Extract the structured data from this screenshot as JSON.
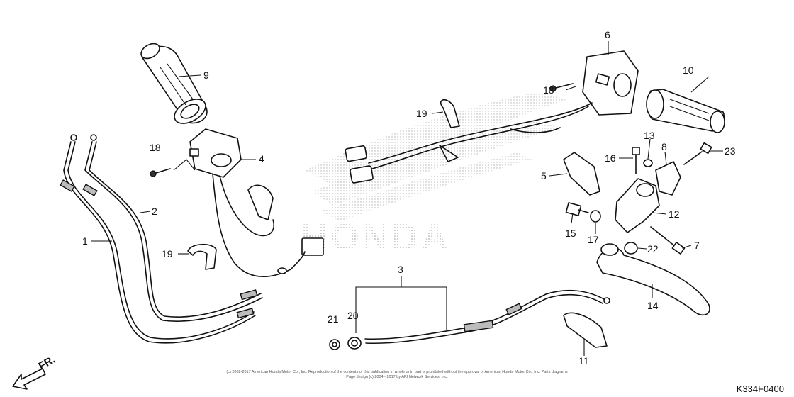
{
  "diagram": {
    "watermark_text": "HONDA",
    "front_indicator": "FR.",
    "drawing_code": "K334F0400",
    "copyright_lines": [
      "(c) 2002-2017 American Honda Motor Co., Inc. Reproduction of the contents of this publication in whole or in part is prohibited without the approval of American Honda Motor Co., Inc. Parts diagrams",
      "Page design (c) 2004 - 2017 by ARI Network Services, Inc."
    ],
    "callouts": [
      "1",
      "2",
      "3",
      "4",
      "5",
      "6",
      "7",
      "8",
      "9",
      "10",
      "11",
      "12",
      "13",
      "14",
      "15",
      "16",
      "17",
      "18",
      "18",
      "19",
      "19",
      "20",
      "21",
      "22",
      "23"
    ]
  }
}
